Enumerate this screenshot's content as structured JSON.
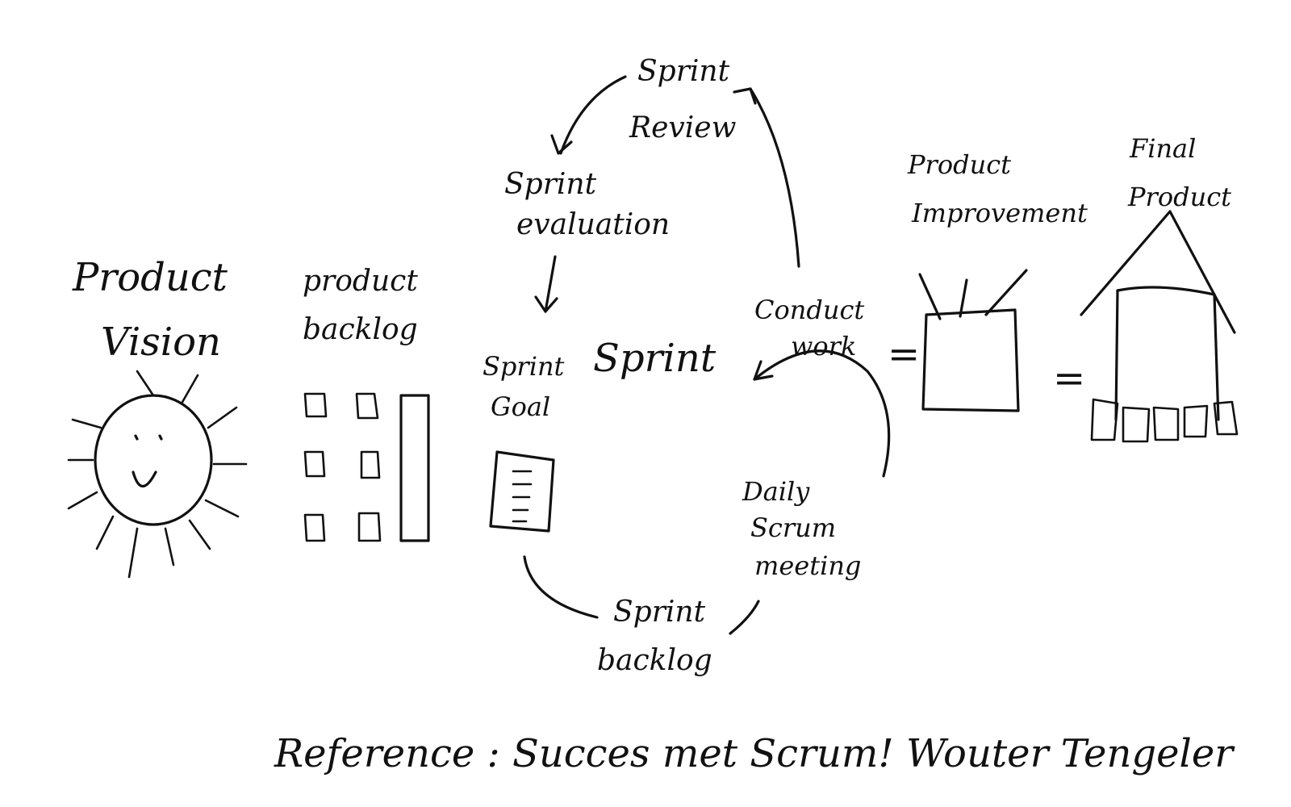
{
  "labels": {
    "product_vision": [
      "Product",
      "Vision"
    ],
    "product_backlog": [
      "product",
      "backlog"
    ],
    "sprint_review": [
      "Sprint",
      "Review"
    ],
    "sprint_evaluation": [
      "Sprint",
      "evaluation"
    ],
    "sprint_goal": [
      "Sprint",
      "Goal"
    ],
    "sprint": "Sprint",
    "conduct_work": [
      "Conduct",
      "work"
    ],
    "daily_scrum": [
      "Daily",
      "Scrum",
      "meeting"
    ],
    "sprint_backlog": [
      "Sprint",
      "backlog"
    ],
    "product_improvement": [
      "Product",
      "Improvement"
    ],
    "final_product": [
      "Final",
      "Product"
    ],
    "equals_1": "=",
    "equals_2": "=",
    "reference": "Reference :  Succes met Scrum!  Wouter Tengeler"
  },
  "icons": {
    "vision": "smiling-sun-icon",
    "backlog": "sticky-notes-icon",
    "goal": "document-icon",
    "improvement": "box-icon",
    "final": "house-icon"
  }
}
